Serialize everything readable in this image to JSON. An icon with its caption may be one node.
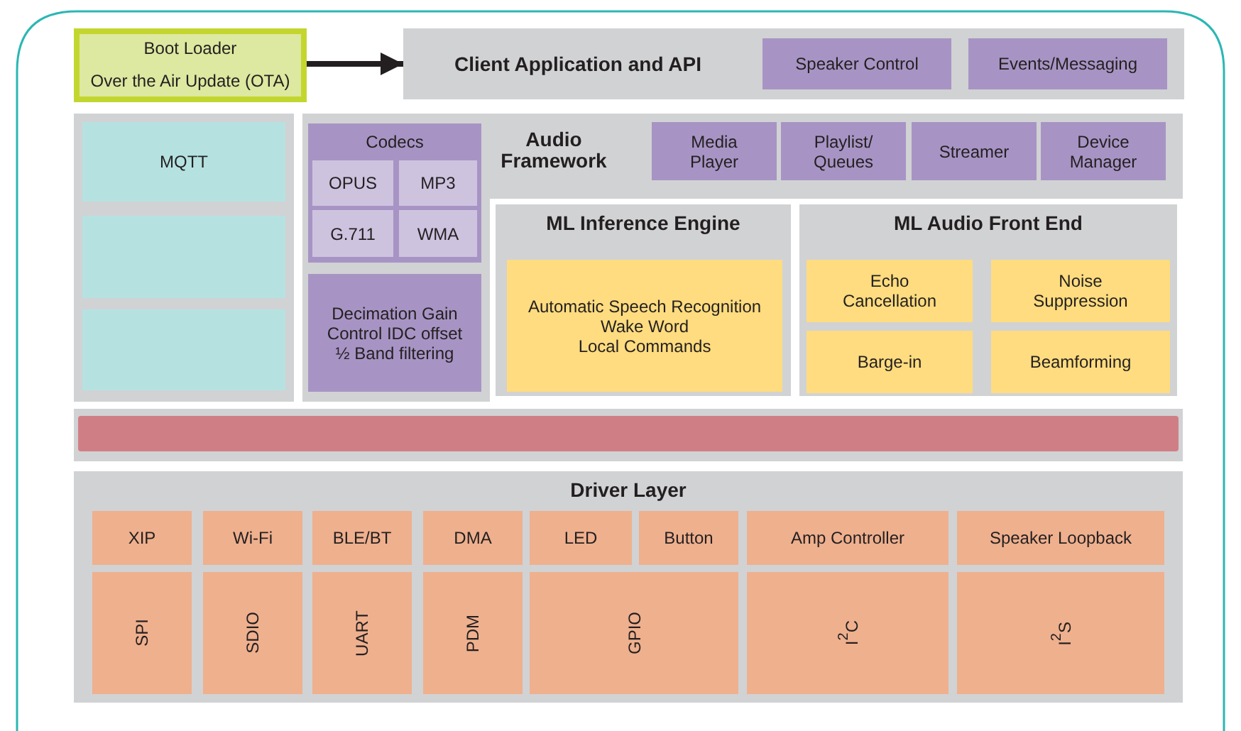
{
  "diagram": {
    "nodes": [
      {
        "text": [],
        "shape": "box"
      },
      {
        "text": [
          "Boot Loader"
        ],
        "in": 0
      },
      {
        "text": [
          "Over the Air Update (OTA)"
        ],
        "in": 0
      },
      {
        "text": [
          "Client Application and API"
        ]
      },
      {
        "text": [
          "Speaker Control"
        ],
        "in": 3
      },
      {
        "text": [
          "Events/Messaging"
        ],
        "in": 3
      },
      {
        "text": [],
        "shape": "box"
      },
      {
        "text": [
          "MQTT"
        ],
        "in": 6
      },
      {
        "text": [],
        "shape": "box",
        "in": 6
      },
      {
        "text": [],
        "shape": "box",
        "in": 6
      },
      {
        "text": [
          "Audio Framework"
        ]
      },
      {
        "text": [
          "Codecs"
        ],
        "in": 10
      },
      {
        "text": [
          "OPUS"
        ],
        "in": 11
      },
      {
        "text": [
          "MP3"
        ],
        "in": 11
      },
      {
        "text": [
          "G.711"
        ],
        "in": 11
      },
      {
        "text": [
          "WMA"
        ],
        "in": 11
      },
      {
        "text": [
          "Decimation Gain Control IDC offset ½ Band filtering"
        ],
        "in": 10
      },
      {
        "text": [
          "Media Player"
        ],
        "in": 10
      },
      {
        "text": [
          "Playlist/ Queues"
        ],
        "in": 10
      },
      {
        "text": [
          "Streamer"
        ],
        "in": 10
      },
      {
        "text": [
          "Device Manager"
        ],
        "in": 10
      },
      {
        "text": [
          "ML Inference Engine"
        ],
        "in": 10
      },
      {
        "text": [
          "Automatic Speech Recognition",
          "Wake Word",
          "Local Commands"
        ],
        "in": 21
      },
      {
        "text": [
          "ML Audio Front End"
        ],
        "in": 10
      },
      {
        "text": [
          "Echo Cancellation"
        ],
        "in": 23
      },
      {
        "text": [
          "Noise Suppression"
        ],
        "in": 23
      },
      {
        "text": [
          "Barge-in"
        ],
        "in": 23
      },
      {
        "text": [
          "Beamforming"
        ],
        "in": 23
      },
      {
        "text": [],
        "shape": "bar"
      },
      {
        "text": [
          "Driver Layer"
        ]
      },
      {
        "text": [
          "XIP"
        ],
        "in": 29
      },
      {
        "text": [
          "Wi-Fi"
        ],
        "in": 29
      },
      {
        "text": [
          "BLE/BT"
        ],
        "in": 29
      },
      {
        "text": [
          "DMA"
        ],
        "in": 29
      },
      {
        "text": [
          "LED"
        ],
        "in": 29
      },
      {
        "text": [
          "Button"
        ],
        "in": 29
      },
      {
        "text": [
          "Amp Controller"
        ],
        "in": 29
      },
      {
        "text": [
          "Speaker Loopback"
        ],
        "in": 29
      },
      {
        "text": [
          "SPI"
        ],
        "in": 29
      },
      {
        "text": [
          "SDIO"
        ],
        "in": 29
      },
      {
        "text": [
          "UART"
        ],
        "in": 29
      },
      {
        "text": [
          "PDM"
        ],
        "in": 29
      },
      {
        "text": [
          "GPIO"
        ],
        "in": 29
      },
      {
        "text": [
          "I$^{2}$C"
        ],
        "in": 29
      },
      {
        "text": [
          "I$^{2}$S"
        ],
        "in": 29
      }
    ],
    "edges": [
      {
        "from": 0,
        "to": 3,
        "arrow": "to"
      }
    ]
  }
}
